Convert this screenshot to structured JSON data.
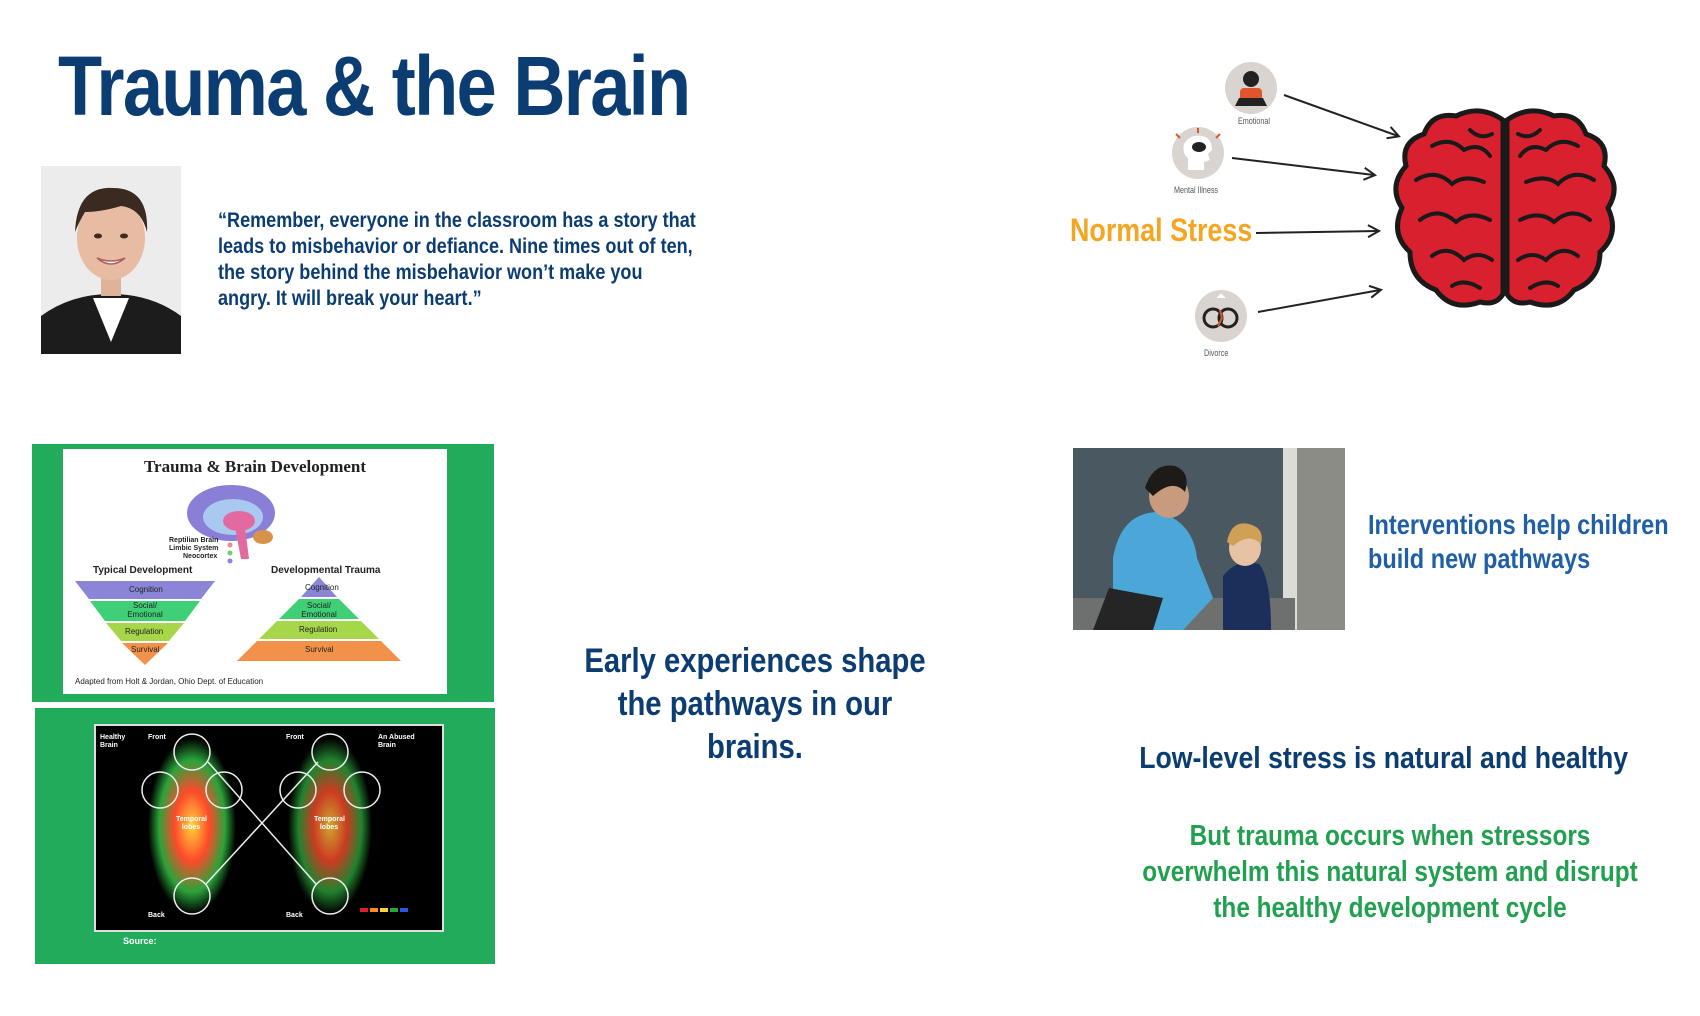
{
  "title": "Trauma & the Brain",
  "quote": "“Remember, everyone in the classroom has a story that leads to misbehavior or defiance. Nine times out of ten, the story behind the misbehavior won’t make you angry. It will break your heart.”",
  "stress_diagram": {
    "sources": [
      {
        "label": "Emotional",
        "icon": "emotional-person-icon"
      },
      {
        "label": "Mental Illness",
        "icon": "mental-illness-head-icon"
      },
      {
        "label": "Divorce",
        "icon": "divorce-rings-icon"
      }
    ],
    "normal_stress": "Normal Stress",
    "brain_icon": "brain-icon",
    "colors": {
      "normal_stress": "#f4a623",
      "brain": "#d9202e",
      "icon_circle": "#d9d4cf"
    }
  },
  "slide": {
    "title": "Trauma & Brain Development",
    "brain_legend": [
      "Reptilian Brain",
      "Limbic System",
      "Neocortex"
    ],
    "typical": {
      "heading": "Typical Development",
      "levels": [
        "Cognition",
        "Social/ Emotional",
        "Regulation",
        "Survival"
      ]
    },
    "trauma": {
      "heading": "Developmental Trauma",
      "levels": [
        "Cognition",
        "Social/ Emotional",
        "Regulation",
        "Survival"
      ]
    },
    "credit": "Adapted from Holt & Jordan, Ohio Dept. of Education",
    "colors": {
      "cognition": "#8a85d6",
      "social": "#3fcf76",
      "regulation": "#a6d64a",
      "survival": "#f2924a",
      "frame": "#21ab5a"
    }
  },
  "pet_scan": {
    "left_heading": "Healthy Brain",
    "right_heading": "An Abused Brain",
    "front": "Front",
    "back": "Back",
    "temporal": "Temporal lobes",
    "source": "Source:"
  },
  "early_experiences": "Early experiences shape the pathways in our brains.",
  "interventions": "Interventions help children build new pathways",
  "low_level": "Low-level stress is natural and healthy",
  "trauma_text": "But trauma occurs when stressors overwhelm this natural system and disrupt the healthy development cycle"
}
